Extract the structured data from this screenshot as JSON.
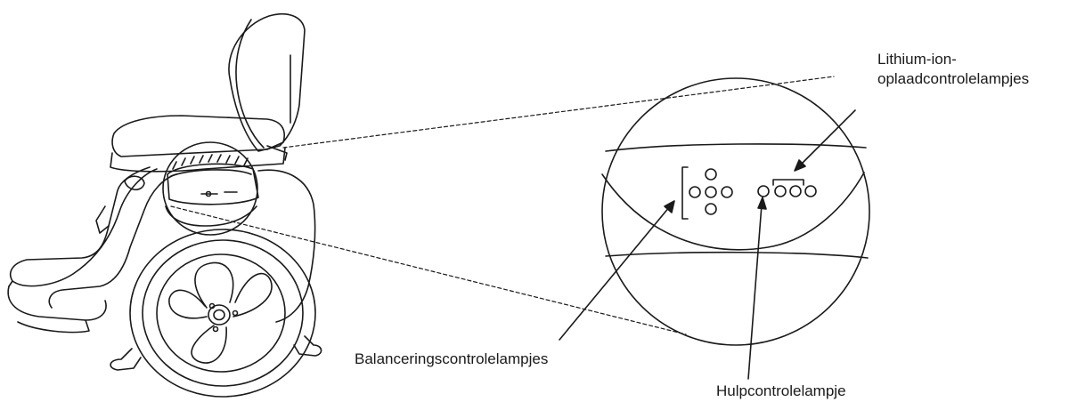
{
  "labels": {
    "lithium_line1": "Lithium-ion-",
    "lithium_line2": "oplaadcontrolelampjes",
    "balancing": "Balanceringscontrolelampjes",
    "assist": "Hulpcontrolelampje"
  },
  "colors": {
    "line": "#1a1a1a",
    "background": "#ffffff"
  },
  "indicator_groups": {
    "balancing_lights": 5,
    "assist_lights": 1,
    "charge_lights": 3
  }
}
